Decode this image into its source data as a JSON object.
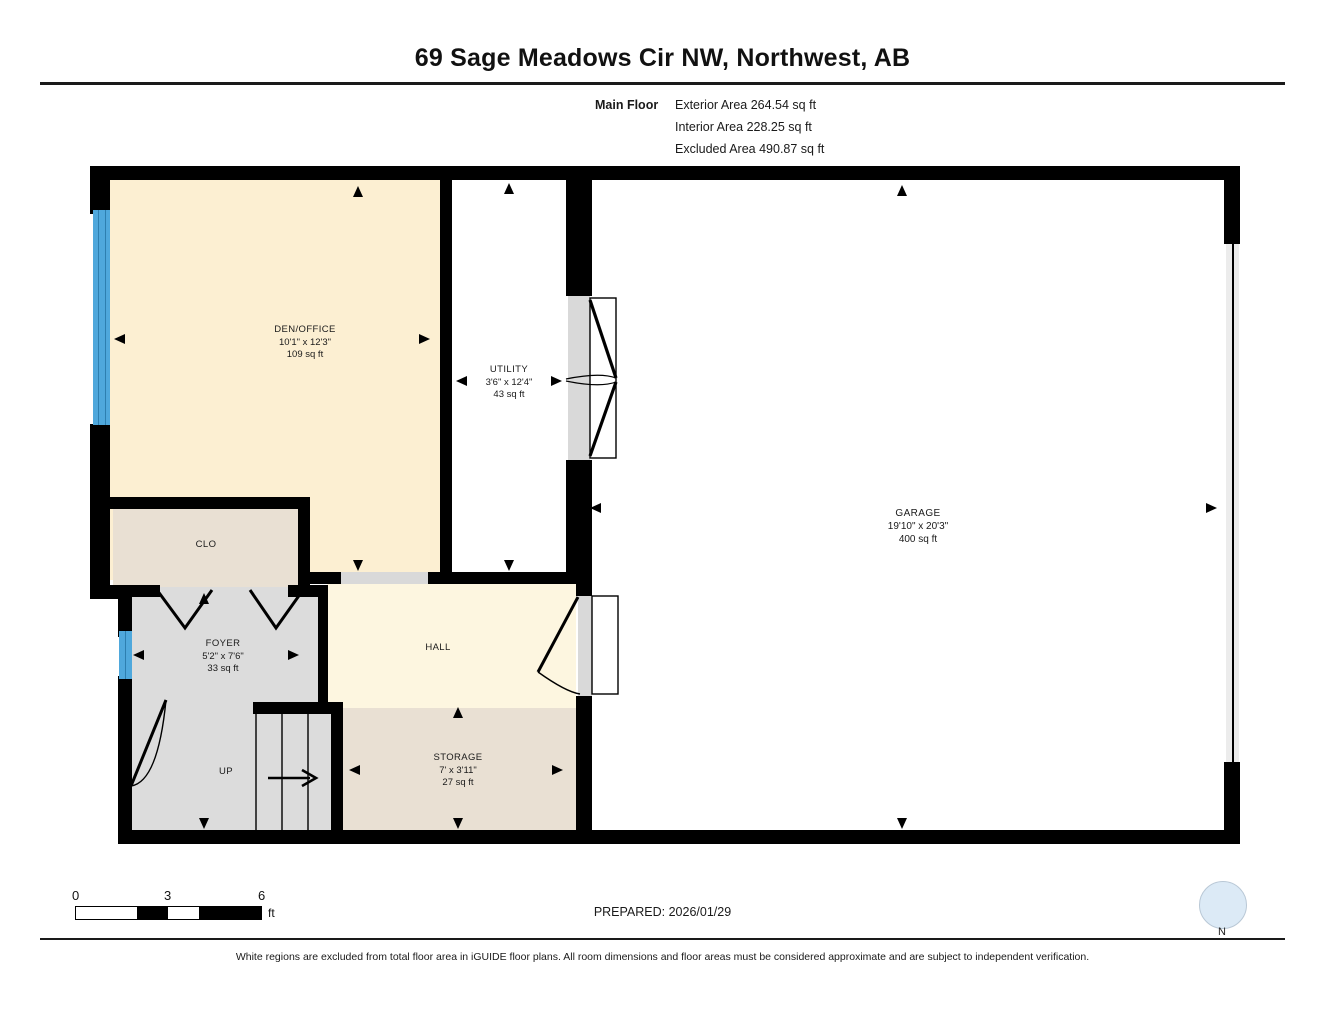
{
  "header": {
    "title": "69 Sage Meadows Cir NW, Northwest, AB",
    "floor_label": "Main Floor",
    "exterior_area": "Exterior Area 264.54 sq ft",
    "interior_area": "Interior Area 228.25 sq ft",
    "excluded_area": "Excluded Area 490.87 sq ft"
  },
  "rooms": {
    "den": {
      "name": "DEN/OFFICE",
      "dims": "10'1\" x 12'3\"",
      "area": "109 sq ft"
    },
    "utility": {
      "name": "UTILITY",
      "dims": "3'6\" x 12'4\"",
      "area": "43 sq ft"
    },
    "garage": {
      "name": "GARAGE",
      "dims": "19'10\" x 20'3\"",
      "area": "400 sq ft"
    },
    "closet": {
      "name": "CLO",
      "dims": "",
      "area": ""
    },
    "foyer": {
      "name": "FOYER",
      "dims": "5'2\" x 7'6\"",
      "area": "33 sq ft"
    },
    "hall": {
      "name": "HALL",
      "dims": "",
      "area": ""
    },
    "storage": {
      "name": "STORAGE",
      "dims": "7' x 3'11\"",
      "area": "27 sq ft"
    },
    "stairs": {
      "name": "UP"
    }
  },
  "scale": {
    "tick_0": "0",
    "tick_3": "3",
    "tick_6": "6",
    "unit": "ft"
  },
  "footer": {
    "prepared": "PREPARED: 2026/01/29",
    "compass_label": "N",
    "disclaimer": "White regions are excluded from total floor area in iGUIDE floor plans. All room dimensions and floor areas must be considered approximate and are subject to independent verification."
  },
  "colors": {
    "wall": "#000000",
    "finished_room": "#fcefd2",
    "hall_room": "#fdf6e0",
    "closet": "#e9e0d3",
    "foyer": "#dcdcdc",
    "window": "#4fa8dc",
    "excluded": "#ffffff",
    "compass_disc": "#dceaf6",
    "compass_needle": "#d81f26"
  }
}
